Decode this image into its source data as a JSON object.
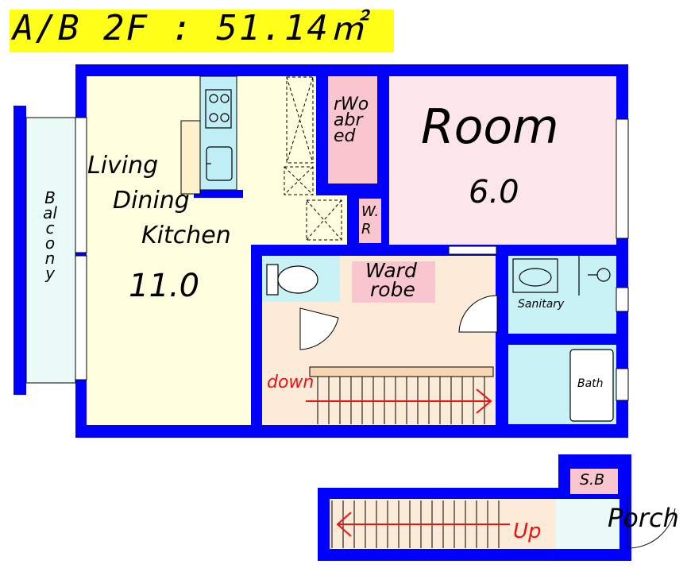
{
  "title": "A/B 2F : 51.14㎡",
  "rooms": {
    "ldk_name_1": "Living",
    "ldk_name_2": "Dining",
    "ldk_name_3": "Kitchen",
    "ldk_size": "11.0",
    "room_name": "Room",
    "room_size": "6.0",
    "balcony": "Balcony",
    "wardrobe_vertical": "rWoabred",
    "wr": "W.R",
    "wardrobe_1": "Ward",
    "wardrobe_2": "robe",
    "sanitary": "Sanitary",
    "bath": "Bath",
    "sb": "S.B",
    "porch": "Porch",
    "down": "down",
    "up": "Up"
  },
  "colors": {
    "wall": "#0000ff",
    "title_bg": "#ffff1a",
    "ldk": "#ffffe0",
    "room": "#fce6ea",
    "closet": "#f9c6d0",
    "wet": "#c8f2f6",
    "hall": "#fdebd9",
    "balcony": "#eafaf6",
    "arrow": "#ee1111"
  }
}
